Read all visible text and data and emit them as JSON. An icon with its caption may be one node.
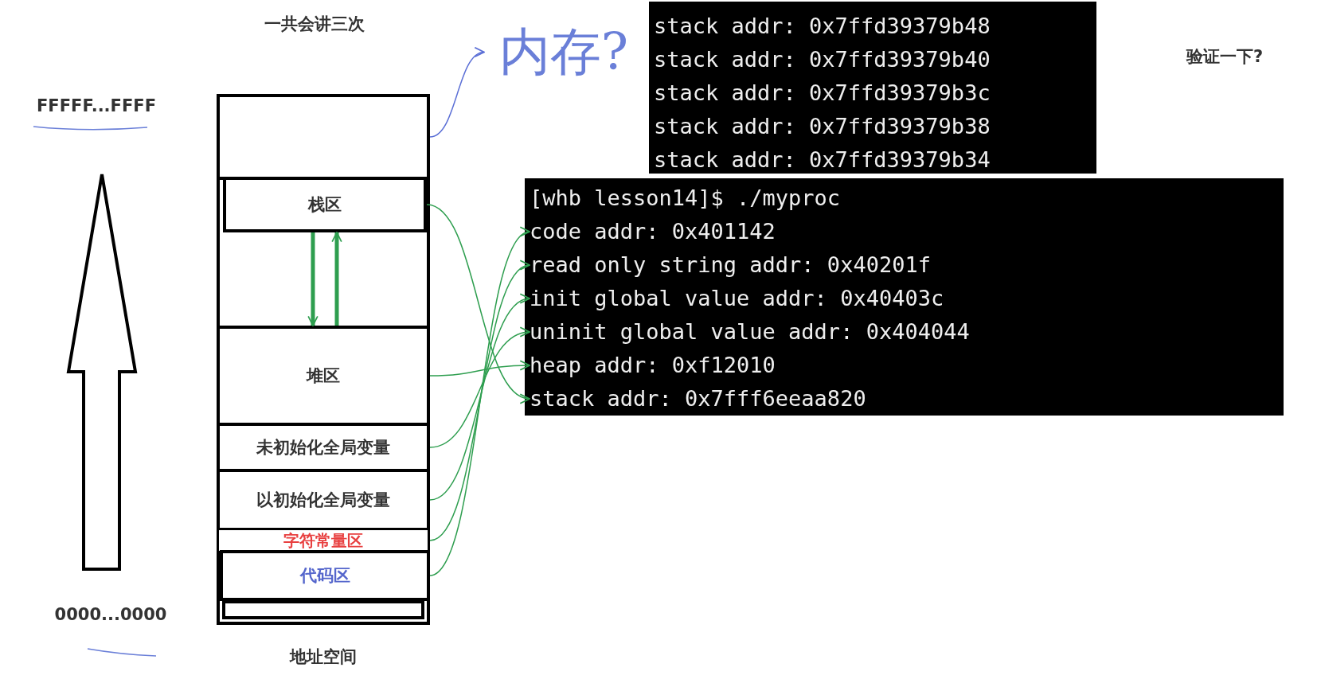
{
  "diagram": {
    "nodes": [
      {
        "text": [
          "地址空间"
        ]
      },
      {
        "text": [],
        "shape": "box",
        "in": 0
      },
      {
        "text": [
          "栈区"
        ],
        "in": 0
      },
      {
        "text": [
          "堆区"
        ],
        "in": 0
      },
      {
        "text": [
          "未初始化全局变量"
        ],
        "in": 0
      },
      {
        "text": [
          "以初始化全局变量"
        ],
        "in": 0
      },
      {
        "text": [
          "字符常量区"
        ],
        "in": 0
      },
      {
        "text": [
          "代码区"
        ],
        "in": 0
      },
      {
        "text": [],
        "shape": "box",
        "in": 0
      },
      {
        "text": [
          "内存?"
        ]
      },
      {
        "text": [
          "stack addr: 0x7ffd39379b48",
          "stack addr: 0x7ffd39379b40",
          "stack addr: 0x7ffd39379b3c",
          "stack addr: 0x7ffd39379b38",
          "stack addr: 0x7ffd39379b34"
        ]
      },
      {
        "text": [
          "[whb lesson14]$ ./myproc"
        ]
      },
      {
        "text": [
          "code addr: 0x401142"
        ],
        "in": 11
      },
      {
        "text": [
          "read only string addr: 0x40201f"
        ],
        "in": 11
      },
      {
        "text": [
          "init global value addr: 0x40403c"
        ],
        "in": 11
      },
      {
        "text": [
          "uninit global value addr: 0x404044"
        ],
        "in": 11
      },
      {
        "text": [
          "heap addr: 0xf12010"
        ],
        "in": 11
      },
      {
        "text": [
          "stack addr: 0x7fff6eeaa820"
        ],
        "in": 11
      }
    ],
    "edges": [
      {
        "from": 1,
        "to": 9,
        "arrow": "to",
        "color": "#5b6fd6"
      },
      {
        "from": 2,
        "to": 17,
        "arrow": "to"
      },
      {
        "from": 3,
        "to": 16,
        "arrow": "to"
      },
      {
        "from": 4,
        "to": 15,
        "arrow": "to"
      },
      {
        "from": 5,
        "to": 14,
        "arrow": "to"
      },
      {
        "from": 6,
        "to": 13,
        "arrow": "to"
      },
      {
        "from": 7,
        "to": 12,
        "arrow": "to"
      },
      {
        "from": 2,
        "to": 3,
        "arrow": "to",
        "style": "thick"
      },
      {
        "from": 3,
        "to": 2,
        "arrow": "to",
        "style": "thick"
      }
    ],
    "labels": [
      "一共会讲三次",
      "FFFFF...FFFF",
      "验证一下?",
      "0000...0000"
    ]
  }
}
